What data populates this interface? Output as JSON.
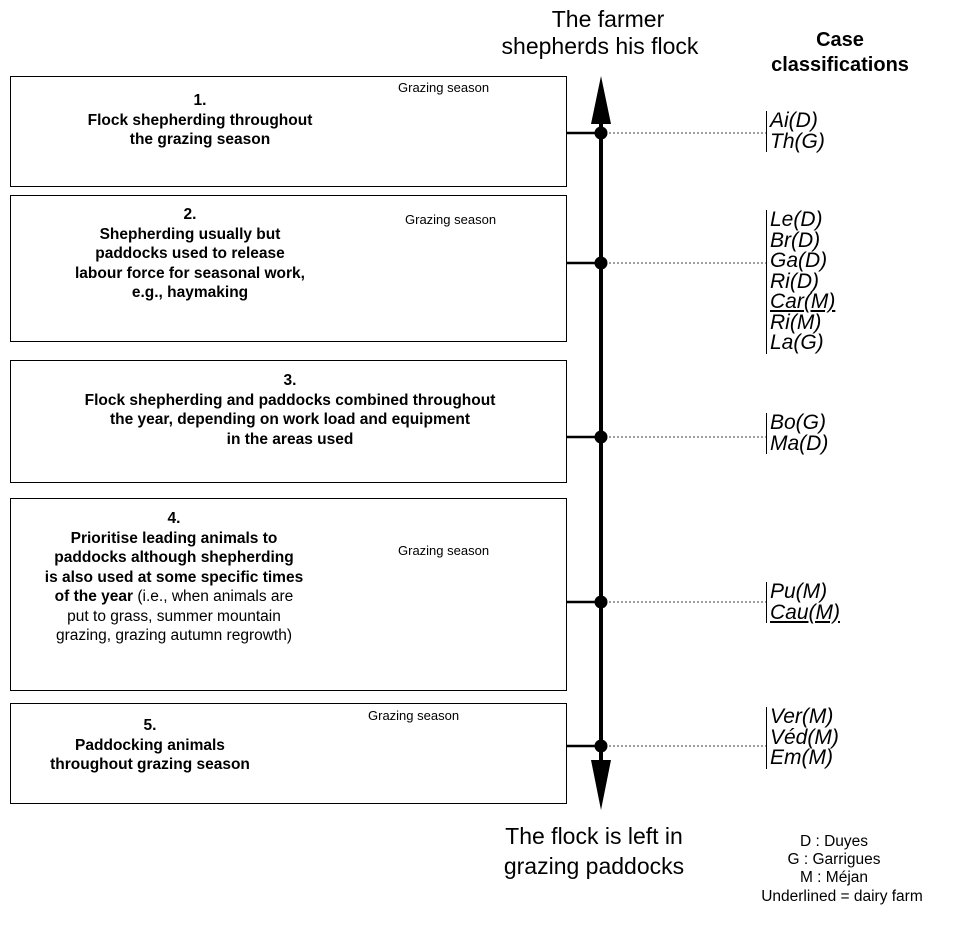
{
  "axis": {
    "top_label_line1": "The farmer",
    "top_label_line2": "shepherds his flock",
    "bottom_label_line1": "The flock is left in",
    "bottom_label_line2": "grazing paddocks"
  },
  "case_header": {
    "line1": "Case",
    "line2": "classifications"
  },
  "strategies": [
    {
      "number": "1.",
      "line1": "Flock shepherding throughout",
      "line2": "the grazing season",
      "season_label": "Grazing season",
      "codes": [
        {
          "text": "Ai(D)",
          "underlined": false
        },
        {
          "text": "Th(G)",
          "underlined": false
        }
      ]
    },
    {
      "number": "2.",
      "line1": "Shepherding usually but",
      "line2": "paddocks used to release",
      "line3": "labour force for seasonal work,",
      "line4": "e.g., haymaking",
      "season_label": "Grazing season",
      "codes": [
        {
          "text": "Le(D)",
          "underlined": false
        },
        {
          "text": "Br(D)",
          "underlined": false
        },
        {
          "text": "Ga(D)",
          "underlined": false
        },
        {
          "text": "Ri(D)",
          "underlined": false
        },
        {
          "text": "Car(M)",
          "underlined": true
        },
        {
          "text": "Ri(M)",
          "underlined": false
        },
        {
          "text": "La(G)",
          "underlined": false
        }
      ]
    },
    {
      "number": "3.",
      "line1": "Flock shepherding and paddocks combined throughout",
      "line2": "the year, depending on work load and equipment",
      "line3": "in the areas used",
      "codes": [
        {
          "text": "Bo(G)",
          "underlined": false
        },
        {
          "text": "Ma(D)",
          "underlined": false
        }
      ]
    },
    {
      "number": "4.",
      "line1": "Prioritise leading animals to",
      "line2": "paddocks although shepherding",
      "line3": "is also used at some specific times",
      "line4_bold": "of the year",
      "line4_normal": " (i.e., when animals are",
      "line5": "put to grass, summer mountain",
      "line6": "grazing, grazing autumn regrowth)",
      "season_label": "Grazing season",
      "codes": [
        {
          "text": "Pu(M)",
          "underlined": false
        },
        {
          "text": "Cau(M)",
          "underlined": true
        }
      ]
    },
    {
      "number": "5.",
      "line1": "Paddocking animals",
      "line2": "throughout grazing season",
      "season_label": "Grazing season",
      "codes": [
        {
          "text": "Ver(M)",
          "underlined": false
        },
        {
          "text": "Véd(M)",
          "underlined": false
        },
        {
          "text": "Em(M)",
          "underlined": false
        }
      ]
    }
  ],
  "legend": {
    "d": "D : Duyes",
    "g": "G : Garrigues",
    "m": "M : Méjan",
    "underline_note": "Underlined = dairy farm"
  }
}
